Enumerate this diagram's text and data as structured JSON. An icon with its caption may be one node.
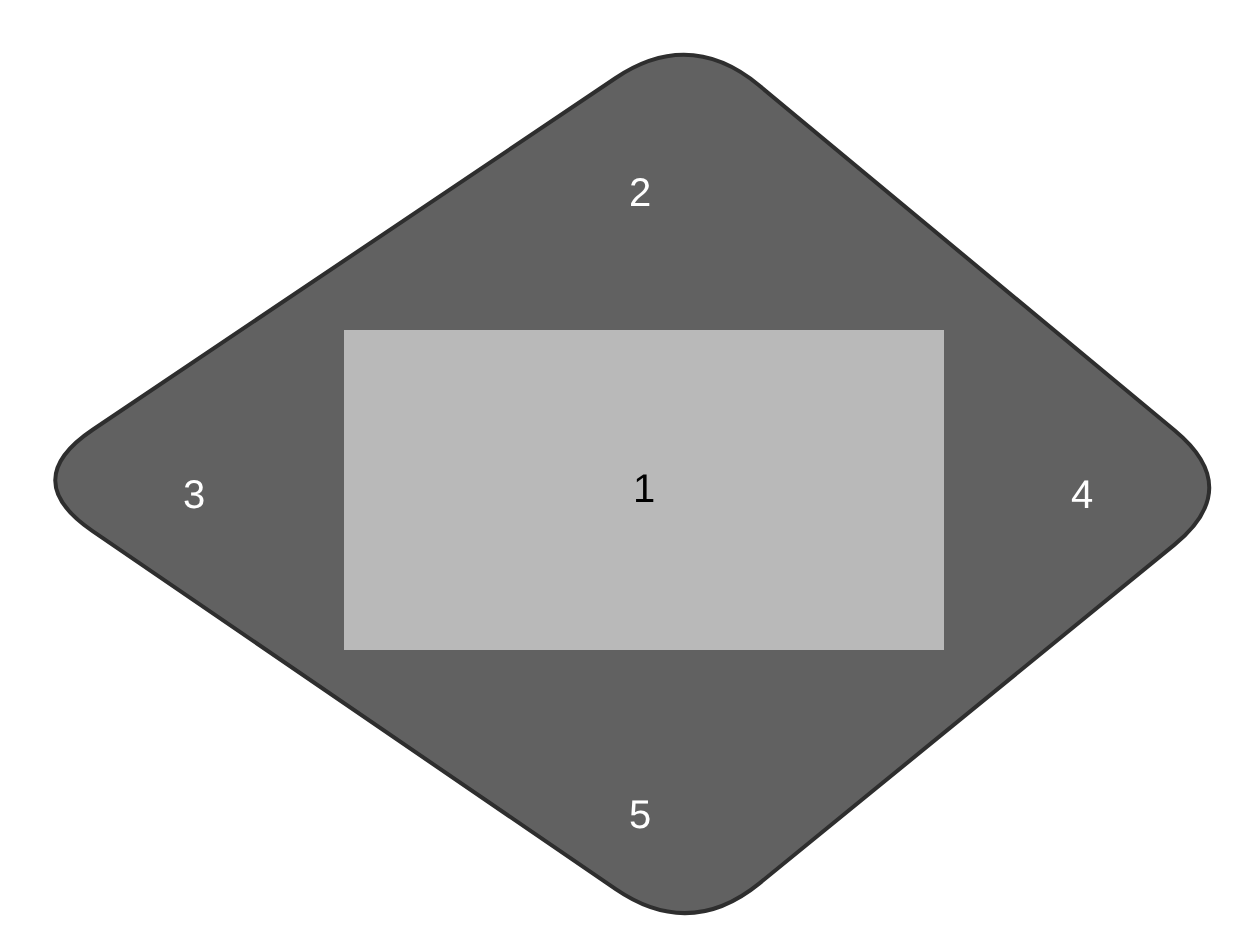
{
  "diagram": {
    "nodes": [
      {
        "text": [
          "2",
          "3",
          "4",
          "5"
        ]
      },
      {
        "text": [
          "1"
        ],
        "in": 0
      }
    ]
  }
}
